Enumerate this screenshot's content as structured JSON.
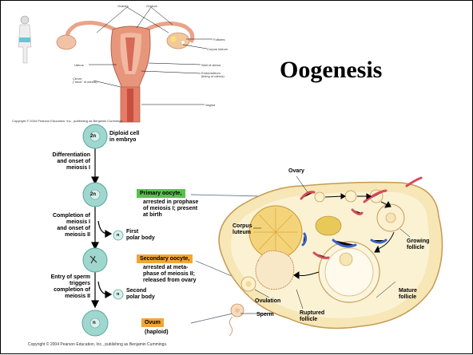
{
  "title": "Oogenesis",
  "top_labels": {
    "ovaries": "Ovaries",
    "oviduct": "Oviduct",
    "follicles": "Follicles",
    "corpus_luteum": "Corpus luteum",
    "uterus": "Uterus",
    "wall_of_uterus": "Wall of uterus",
    "endometrium": "Endometrium\n(lining of uterus)",
    "cervix": "Cervix\n(\"neck\" of uterus)",
    "vagina": "Vagina",
    "copyright_top": "Copyright © 2004 Pearson Education, Inc., publishing as Benjamin Cummings."
  },
  "cells": {
    "diploid_symbol": "2n",
    "primary_symbol": "2n",
    "polar_symbol": "n",
    "second_polar_symbol": "n",
    "ovum_symbol": "n"
  },
  "steps": {
    "diploid": "Diploid cell\nin embryo",
    "differentiation": "Differentiation\nand onset of\nmeiosis I",
    "completion1": "Completion of\nmeiosis I\nand onset of\nmeiosis II",
    "first_polar": "First\npolar body",
    "entry_sperm": "Entry of sperm\ntriggers\ncompletion of\nmeiosis II",
    "second_polar": "Second\npolar body"
  },
  "boxes": {
    "primary": "Primary oocyte,",
    "primary_desc": "arrested in prophase\nof meiosis I; present\nat birth",
    "secondary": "Secondary oocyte,",
    "secondary_desc": "arrested at meta-\nphase of meiosis II;\nreleased from ovary",
    "ovum": "Ovum",
    "ovum_desc": "(haploid)"
  },
  "ovary_labels": {
    "ovary": "Ovary",
    "corpus_luteum": "Corpus\nluteum",
    "growing_follicle": "Growing\nfollicle",
    "mature_follicle": "Mature\nfollicle",
    "ovulation": "Ovulation",
    "sperm": "Sperm",
    "ruptured_follicle": "Ruptured\nfollicle"
  },
  "copyright": "Copyright © 2004 Pearson Education, Inc., publishing as Benjamin Cummings."
}
